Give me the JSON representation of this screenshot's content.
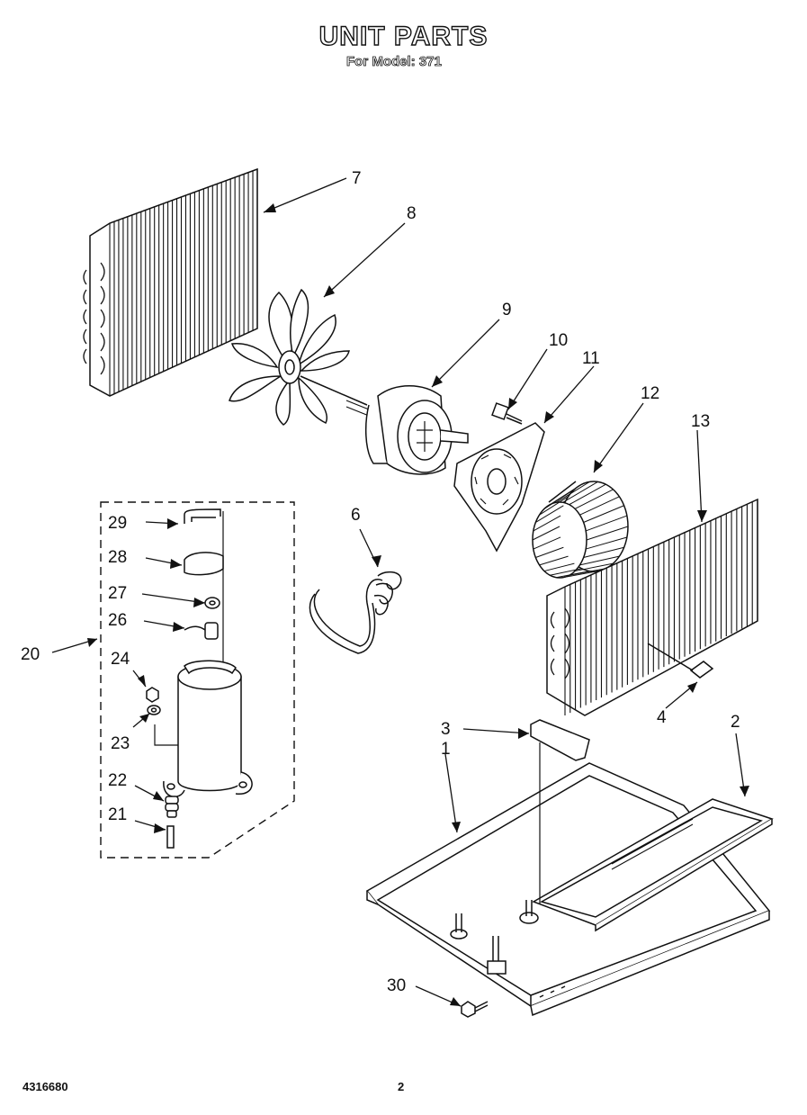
{
  "header": {
    "title": "UNIT PARTS",
    "subtitle": "For Model: 371"
  },
  "footer": {
    "part_number": "4316680",
    "page": "2"
  },
  "callouts": [
    "7",
    "8",
    "9",
    "10",
    "11",
    "12",
    "13",
    "6",
    "29",
    "28",
    "27",
    "26",
    "20",
    "24",
    "23",
    "22",
    "21",
    "3",
    "1",
    "2",
    "4",
    "30"
  ]
}
